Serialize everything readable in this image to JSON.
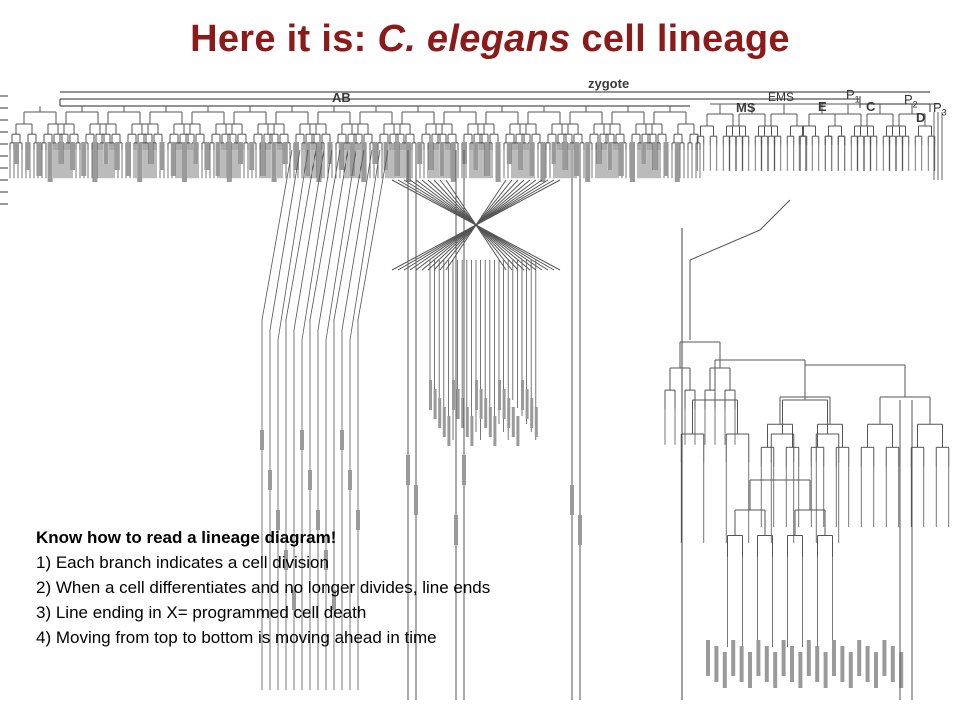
{
  "slide": {
    "title_prefix": "Here it is: ",
    "title_species": "C. elegans",
    "title_suffix": " cell lineage"
  },
  "lineage": {
    "root_label": "zygote",
    "branch_labels": [
      "AB",
      "MS",
      "E",
      "C",
      "D"
    ],
    "germline_labels": [
      {
        "name": "EMS",
        "prefix": "EMS",
        "sub": ""
      },
      {
        "name": "P1",
        "prefix": "P",
        "sub": "1"
      },
      {
        "name": "P2",
        "prefix": "P",
        "sub": "2"
      },
      {
        "name": "P3",
        "prefix": "P",
        "sub": "3"
      }
    ]
  },
  "notes": {
    "heading": "Know how to read a lineage diagram!",
    "items": [
      "1) Each branch indicates a cell division",
      "2) When a cell differentiates and no longer divides, line ends",
      "3) Line ending in X= programmed cell death",
      "4) Moving from top to bottom is moving ahead in time"
    ]
  },
  "colors": {
    "title": "#8b1a1a",
    "tree_line": "#555555",
    "text": "#000000"
  }
}
